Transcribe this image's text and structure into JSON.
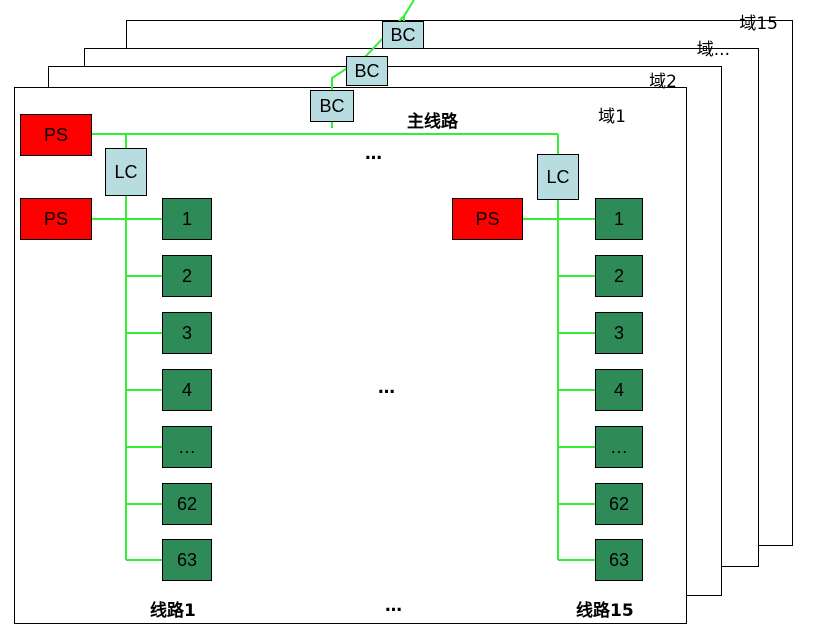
{
  "domains": [
    {
      "label": "域15"
    },
    {
      "label": "域..."
    },
    {
      "label": "域2"
    },
    {
      "label": "域1"
    }
  ],
  "bus_controllers": [
    "BC",
    "BC",
    "BC"
  ],
  "main_line_label": "主线路",
  "ellipsis": "…",
  "line_left": {
    "lc_label": "LC",
    "ps_top": "PS",
    "ps_side": "PS",
    "nodes": [
      "1",
      "2",
      "3",
      "4",
      "…",
      "62",
      "63"
    ],
    "name": "线路1"
  },
  "line_right": {
    "lc_label": "LC",
    "ps_side": "PS",
    "nodes": [
      "1",
      "2",
      "3",
      "4",
      "…",
      "62",
      "63"
    ],
    "name": "线路15"
  },
  "colors": {
    "wire": "#33ee33",
    "ps": "#ff0000",
    "controller": "#b8dde0",
    "node": "#2e8b57"
  }
}
